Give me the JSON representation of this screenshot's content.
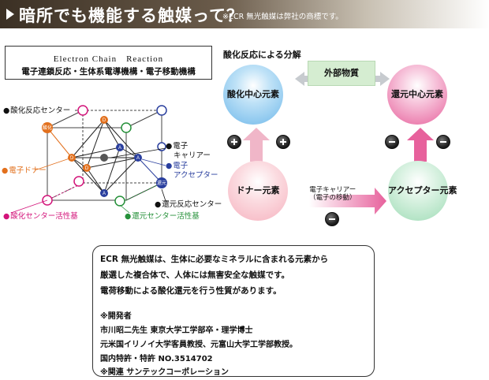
{
  "header": {
    "title": "暗所でも機能する触媒って？",
    "note": "※ECR 無光触媒は弊社の商標です。"
  },
  "ecr": {
    "title": "Electron Chain　Reaction",
    "subtitle": "電子連鎖反応・生体系電導機構・電子移動機構"
  },
  "crystal_labels": {
    "oxidation_center": "酸化反応センター",
    "electron_carrier": "電子\nキャリアー",
    "electron_donor": "電子ドナー",
    "electron_acceptor": "電子\nアクセプター",
    "reduction_center": "還元反応センター",
    "oxidation_active": "酸化センター活性基",
    "reduction_active": "還元センター活性基"
  },
  "node_marks": {
    "oxidation": "酸化",
    "donor": "D",
    "acceptor": "A",
    "reduction": "還元"
  },
  "redox": {
    "title": "酸化反応による分解",
    "oxidation_center": "酸化中心元素",
    "external": "外部物質",
    "reduction_center": "還元中心元素",
    "donor": "ドナー元素",
    "acceptor": "アクセプター元素",
    "carrier_line1": "電子キャリアー",
    "carrier_line2": "（電子の移動）"
  },
  "description": {
    "line1": "ECR 無光触媒は、生体に必要なミネラルに含まれる元素から",
    "line2": "厳選した複合体で、人体には無害安全な触媒です。",
    "line3": "電荷移動による酸化還元を行う性質があります。",
    "dev_heading": "※開発者",
    "dev_line1": "市川昭二先生 東京大学工学部卒・理学博士",
    "dev_line2": "元米国イリノイ大学客員教授、元富山大学工学部教授。",
    "patent": "国内特許・特許 NO.3514702",
    "related": "※関連 サンテックコーポレーション"
  },
  "colors": {
    "oxidation": "#e2701d",
    "oxidation_active": "#d3147a",
    "reduction_active": "#26913a",
    "acceptor": "#2a3f9e"
  }
}
